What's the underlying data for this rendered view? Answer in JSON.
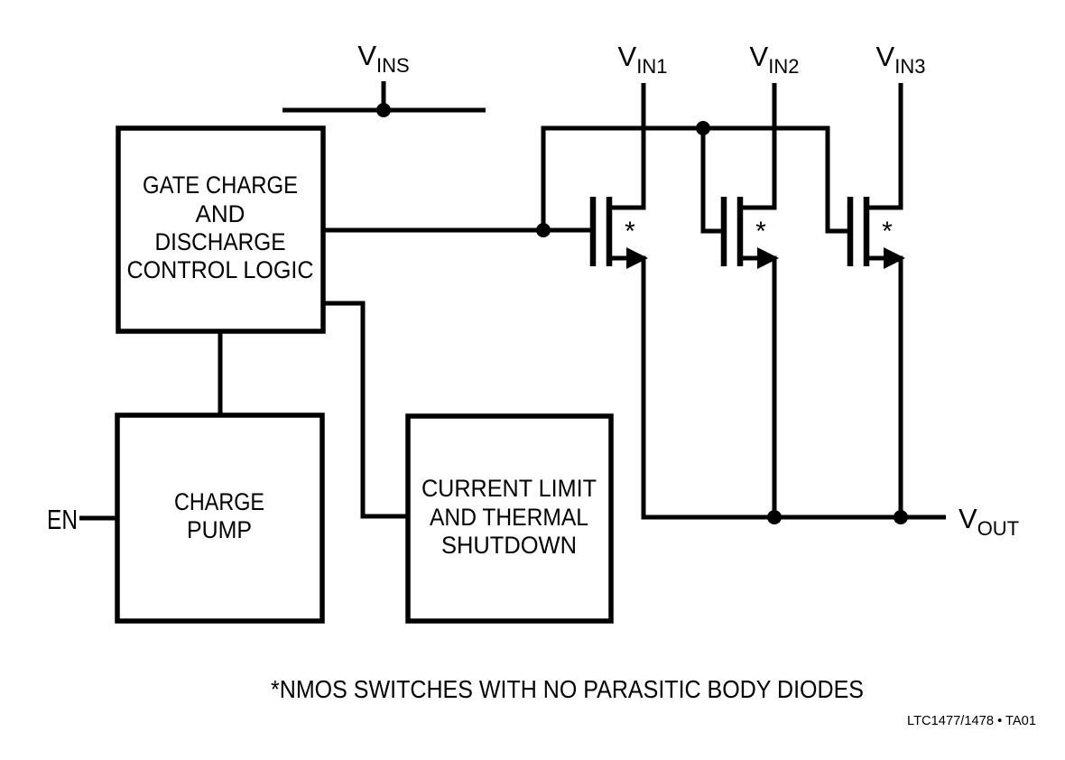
{
  "colors": {
    "ink": "#000000",
    "background": "#ffffff"
  },
  "blocks": {
    "control_logic": {
      "line1": "GATE CHARGE",
      "line2": "AND",
      "line3": "DISCHARGE",
      "line4": "CONTROL LOGIC"
    },
    "charge_pump": {
      "line1": "CHARGE",
      "line2": "PUMP"
    },
    "current_limit": {
      "line1": "CURRENT LIMIT",
      "line2": "AND THERMAL",
      "line3": "SHUTDOWN"
    }
  },
  "pins": {
    "vins": {
      "base": "V",
      "sub": "INS"
    },
    "vin1": {
      "base": "V",
      "sub": "IN1"
    },
    "vin2": {
      "base": "V",
      "sub": "IN2"
    },
    "vin3": {
      "base": "V",
      "sub": "IN3"
    },
    "vout": {
      "base": "V",
      "sub": "OUT"
    },
    "en": "EN"
  },
  "switch_marker": "*",
  "footnote": "*NMOS SWITCHES WITH NO PARASITIC BODY DIODES",
  "figure_id": "LTC1477/1478 • TA01"
}
